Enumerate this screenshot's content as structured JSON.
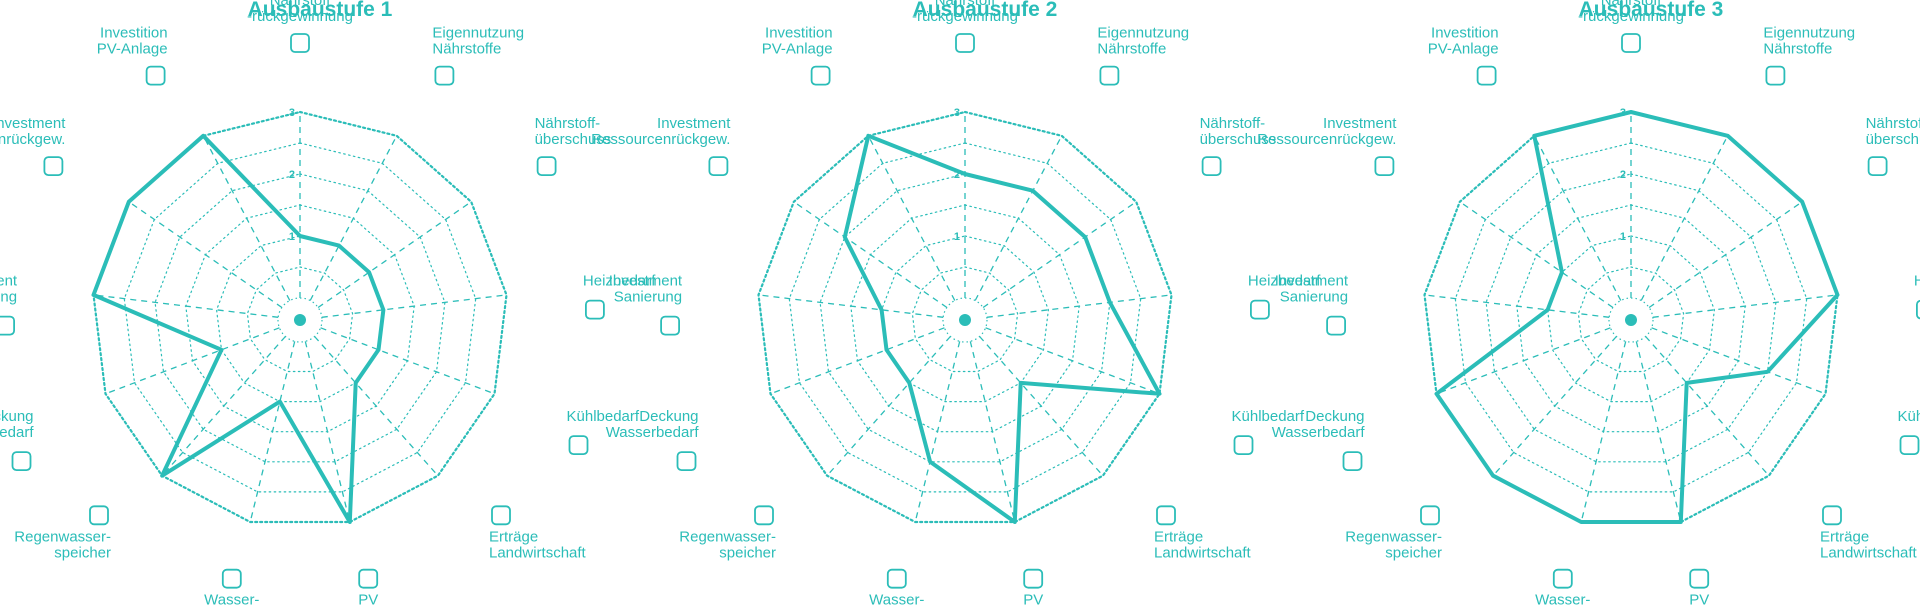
{
  "chart_data": [
    {
      "type": "radar",
      "title": "Ausbaustufe 1",
      "categories": [
        "Nährstoff -rückgewinnung",
        "Eigennutzung Nährstoffe",
        "Nährstoff- überschuss",
        "Heizbedarf",
        "Kühlbedarf",
        "Erträge Landwirtschaft",
        "PV Potential",
        "Wasser- aufbereitung",
        "Regenwasser- speicher",
        "Deckung Wasserbedarf",
        "Investment Sanierung",
        "Investment Ressourcenrückgew.",
        "Investition PV-Anlage"
      ],
      "values": [
        1.0,
        1.0,
        1.0,
        1.0,
        1.0,
        1.0,
        3.0,
        1.0,
        3.0,
        1.0,
        3.0,
        3.0,
        3.0
      ],
      "ylim": [
        0,
        3
      ],
      "ticks": [
        "1",
        "2",
        "3"
      ],
      "tick_values": [
        1,
        2,
        3
      ],
      "line_color": "#2bbdb8"
    },
    {
      "type": "radar",
      "title": "Ausbaustufe 2",
      "categories": [
        "Nährstoff -rückgewinnung",
        "Eigennutzung Nährstoffe",
        "Nährstoff- überschuss",
        "Heizbedarf",
        "Kühlbedarf",
        "Erträge Landwirtschaft",
        "PV Potential",
        "Wasser- aufbereitung",
        "Regenwasser- speicher",
        "Deckung Wasserbedarf",
        "Investment Sanierung",
        "Investment Ressourcenrückgew.",
        "Investition PV-Anlage"
      ],
      "values": [
        2.0,
        2.0,
        2.0,
        2.0,
        3.0,
        1.0,
        3.0,
        2.0,
        1.0,
        1.0,
        1.0,
        2.0,
        3.0
      ],
      "ylim": [
        0,
        3
      ],
      "ticks": [
        "1",
        "2",
        "3"
      ],
      "tick_values": [
        1,
        2,
        3
      ],
      "line_color": "#2bbdb8"
    },
    {
      "type": "radar",
      "title": "Ausbaustufe 3",
      "categories": [
        "Nährstoff -rückgewinnung",
        "Eigennutzung Nährstoffe",
        "Nährstoff- überschuss",
        "Heizbedarf",
        "Kühlbedarf",
        "Erträge Landwirtschaft",
        "PV Potential",
        "Wasser- aufbereitung",
        "Regenwasser- speicher",
        "Deckung Wasserbedarf",
        "Investment Sanierung",
        "Investment Ressourcenrückgew.",
        "Investition PV-Anlage"
      ],
      "values": [
        3.0,
        3.0,
        3.0,
        3.0,
        2.0,
        1.0,
        3.0,
        3.0,
        3.0,
        3.0,
        1.0,
        1.0,
        3.0
      ],
      "ylim": [
        0,
        3
      ],
      "ticks": [
        "1",
        "2",
        "3"
      ],
      "tick_values": [
        1,
        2,
        3
      ],
      "line_color": "#2bbdb8"
    }
  ]
}
